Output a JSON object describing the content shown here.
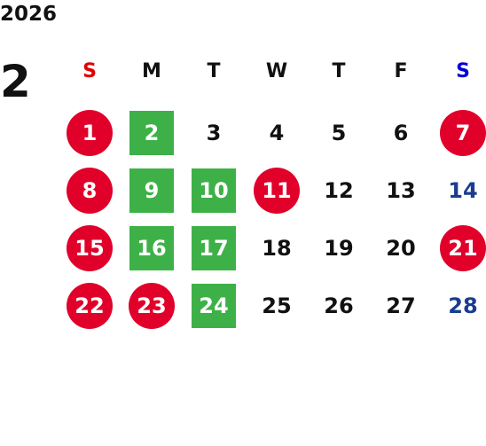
{
  "calendar": {
    "year": "2026",
    "month": "2",
    "weekdays": [
      {
        "label": "S",
        "color": "#e00000"
      },
      {
        "label": "M",
        "color": "#111111"
      },
      {
        "label": "T",
        "color": "#111111"
      },
      {
        "label": "W",
        "color": "#111111"
      },
      {
        "label": "T",
        "color": "#111111"
      },
      {
        "label": "F",
        "color": "#111111"
      },
      {
        "label": "S",
        "color": "#0000d8"
      }
    ],
    "colors": {
      "holiday_circle": "#e0002a",
      "green_square": "#3db148",
      "saturday_blue": "#1a3d8f",
      "weekday_text": "#111111"
    },
    "weeks": [
      [
        {
          "day": "1",
          "mark": "circle"
        },
        {
          "day": "2",
          "mark": "square"
        },
        {
          "day": "3",
          "mark": "none"
        },
        {
          "day": "4",
          "mark": "none"
        },
        {
          "day": "5",
          "mark": "none"
        },
        {
          "day": "6",
          "mark": "none"
        },
        {
          "day": "7",
          "mark": "circle"
        }
      ],
      [
        {
          "day": "8",
          "mark": "circle"
        },
        {
          "day": "9",
          "mark": "square"
        },
        {
          "day": "10",
          "mark": "square"
        },
        {
          "day": "11",
          "mark": "circle"
        },
        {
          "day": "12",
          "mark": "none"
        },
        {
          "day": "13",
          "mark": "none"
        },
        {
          "day": "14",
          "mark": "blue"
        }
      ],
      [
        {
          "day": "15",
          "mark": "circle"
        },
        {
          "day": "16",
          "mark": "square"
        },
        {
          "day": "17",
          "mark": "square"
        },
        {
          "day": "18",
          "mark": "none"
        },
        {
          "day": "19",
          "mark": "none"
        },
        {
          "day": "20",
          "mark": "none"
        },
        {
          "day": "21",
          "mark": "circle"
        }
      ],
      [
        {
          "day": "22",
          "mark": "circle"
        },
        {
          "day": "23",
          "mark": "circle"
        },
        {
          "day": "24",
          "mark": "square"
        },
        {
          "day": "25",
          "mark": "none"
        },
        {
          "day": "26",
          "mark": "none"
        },
        {
          "day": "27",
          "mark": "none"
        },
        {
          "day": "28",
          "mark": "blue"
        }
      ]
    ]
  }
}
